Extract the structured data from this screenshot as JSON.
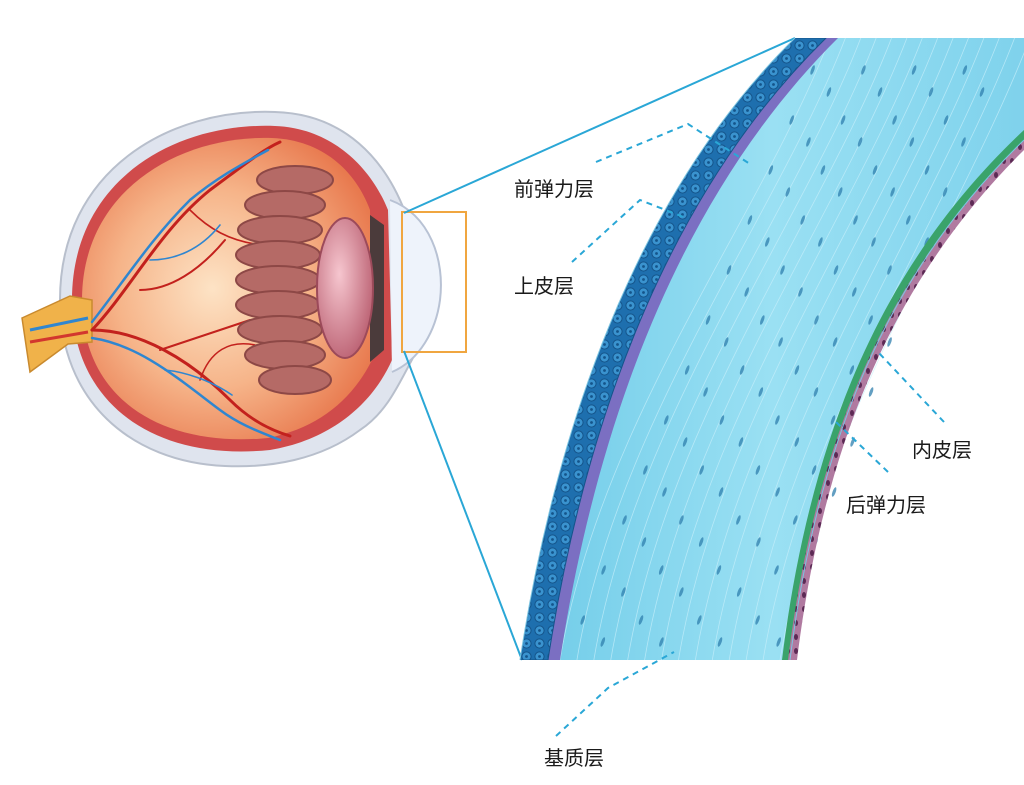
{
  "labels": {
    "anterior_elastic": "前弹力层",
    "epithelium": "上皮层",
    "endothelium": "内皮层",
    "posterior_elastic": "后弹力层",
    "stroma": "基质层"
  },
  "colors": {
    "leader_line": "#2aa7d6",
    "highlight_box": "#f0a640",
    "epithelium": "#1f78b8",
    "bowman": "#7b6fc2",
    "stroma": "#86d6ef",
    "descemet": "#3aa36b",
    "endothelium": "#8a4a7a"
  }
}
